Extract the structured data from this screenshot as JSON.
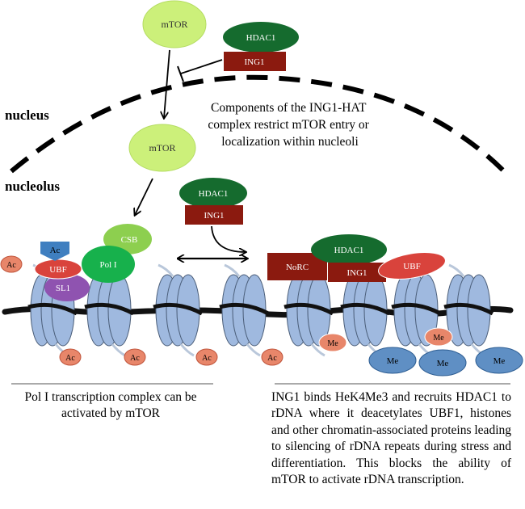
{
  "labels": {
    "mtor_top": "mTOR",
    "mtor_mid": "mTOR",
    "hdac1_top": "HDAC1",
    "ing1_top": "ING1",
    "hdac1_center": "HDAC1",
    "ing1_center": "ING1",
    "nucleus": "nucleus",
    "nucleolus": "nucleolus",
    "ac_tag": "Ac",
    "ubf_left": "UBF",
    "sl1": "SL1",
    "csb": "CSB",
    "pol1": "Pol I",
    "norc": "NoRC",
    "hdac1_right": "HDAC1",
    "ing1_right": "ING1",
    "ubf_right": "UBF",
    "ac": "Ac",
    "me": "Me"
  },
  "text": {
    "note": "Components of the ING1-HAT complex restrict mTOR entry or localization within nucleoli",
    "caption_left": "Pol I transcription complex can be activated by mTOR",
    "caption_right": "ING1 binds HeK4Me3 and recruits HDAC1 to rDNA where it deacetylates UBF1, histones and other chromatin-associated proteins leading to silencing of rDNA repeats during stress and differentiation. This blocks the ability of mTOR to activate rDNA transcription."
  },
  "colors": {
    "mtor": "#ccf07a",
    "hdac1": "#156b2e",
    "ing1": "#8b1a0f",
    "nucleosome": "#9fb9df",
    "ac": "#e8866a",
    "me_blue": "#5f8fc4",
    "csb": "#8dcf4f",
    "pol1": "#17b14c",
    "sl1": "#8f53b0",
    "ubf": "#d9433c",
    "ac_tag": "#3f7fc0"
  }
}
